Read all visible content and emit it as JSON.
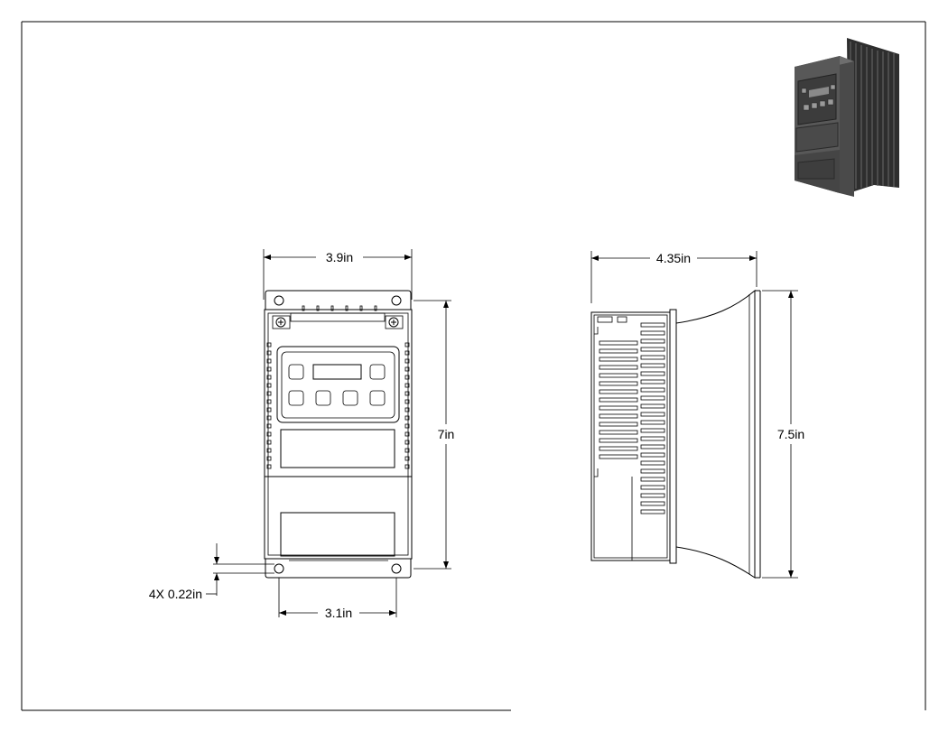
{
  "dimensions": {
    "front_width": "3.9in",
    "front_height": "7in",
    "mount_spacing": "3.1in",
    "hole_diameter": "4X 0.22in",
    "side_depth": "4.35in",
    "side_height": "7.5in"
  },
  "colors": {
    "line": "#000000",
    "product_dark": "#3a3a3a",
    "product_mid": "#555555",
    "product_light": "#7a7a7a"
  },
  "icons": {
    "product_render": "drive-3d-render",
    "screw": "screw-terminal-icon"
  }
}
